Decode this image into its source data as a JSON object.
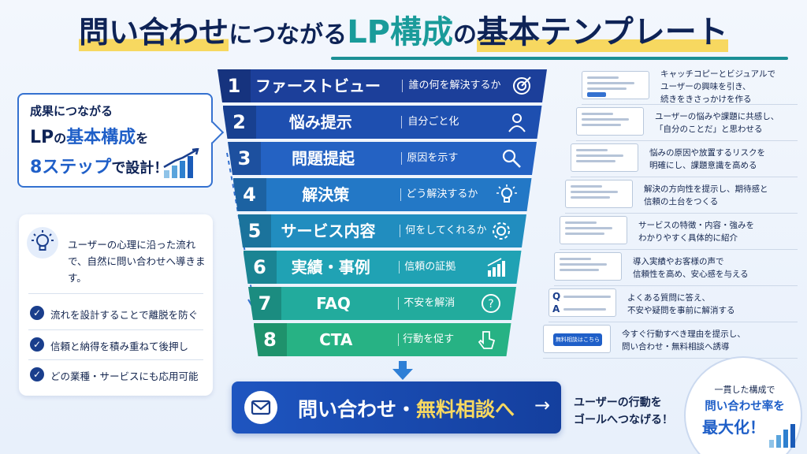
{
  "title": {
    "part1": "問い合わせ",
    "part2": "につながる",
    "part3": "LP構成",
    "part4": "の",
    "part5": "基本テンプレート"
  },
  "left_card": {
    "line1": "成果につながる",
    "line2_a": "LP",
    "line2_b": "の",
    "line2_c": "基本構成",
    "line2_d": "を",
    "line3_a": "8ステップ",
    "line3_b": "で設計！"
  },
  "left_box": {
    "intro": "ユーザーの心理に沿った流れで、自然に問い合わせへ導きます。",
    "checks": [
      "流れを設計することで離脱を防ぐ",
      "信頼と納得を積み重ねて後押し",
      "どの業種・サービスにも応用可能"
    ],
    "check_mark": "✓"
  },
  "steps": [
    {
      "num": "1",
      "label": "ファーストビュー",
      "sub": "誰の何を解決するか",
      "icon": "target-icon",
      "color": "#1c3f9a",
      "desc": [
        "キャッチコピーとビジュアルで",
        "ユーザーの興味を引き、",
        "続きをきさっかけを作る"
      ]
    },
    {
      "num": "2",
      "label": "悩み提示",
      "sub": "自分ごと化",
      "icon": "person-icon",
      "color": "#1e4fb0",
      "desc": [
        "ユーザーの悩みや課題に共感し、",
        "「自分のことだ」と思わせる"
      ]
    },
    {
      "num": "3",
      "label": "問題提起",
      "sub": "原因を示す",
      "icon": "magnifier-icon",
      "color": "#2462c3",
      "desc": [
        "悩みの原因や放置するリスクを",
        "明確にし、課題意識を高める"
      ]
    },
    {
      "num": "4",
      "label": "解決策",
      "sub": "どう解決するか",
      "icon": "lightbulb-icon",
      "color": "#2378c6",
      "desc": [
        "解決の方向性を提示し、期待感と",
        "信頼の土台をつくる"
      ]
    },
    {
      "num": "5",
      "label": "サービス内容",
      "sub": "何をしてくれるか",
      "icon": "gear-icon",
      "color": "#218dbf",
      "desc": [
        "サービスの特徴・内容・強みを",
        "わかりやすく具体的に紹介"
      ]
    },
    {
      "num": "6",
      "label": "実績・事例",
      "sub": "信頼の証拠",
      "icon": "bar-chart-icon",
      "color": "#20a2b4",
      "desc": [
        "導入実績やお客様の声で",
        "信頼性を高め、安心感を与える"
      ]
    },
    {
      "num": "7",
      "label": "FAQ",
      "sub": "不安を解消",
      "icon": "question-icon",
      "color": "#22ab9d",
      "desc": [
        "よくある質問に答え、",
        "不安や疑問を事前に解消する"
      ]
    },
    {
      "num": "8",
      "label": "CTA",
      "sub": "行動を促す",
      "icon": "pointer-icon",
      "color": "#27b284",
      "desc": [
        "今すぐ行動すべき理由を提示し、",
        "問い合わせ・無料相談へ誘導"
      ]
    }
  ],
  "mock_button_text": "無料相談はこちら",
  "mock_q": "Q",
  "mock_a": "A",
  "cta": {
    "label_a": "問い合わせ・",
    "label_b": "無料相談へ",
    "arrow": "→",
    "note_line1": "ユーザーの行動を",
    "note_line2": "ゴールへつなげる！"
  },
  "badge": {
    "line1": "一貫した構成で",
    "line2": "問い合わせ率を",
    "line3": "最大化！"
  },
  "colors": {
    "navy": "#0e2356",
    "accent_yellow": "#f7d860",
    "teal": "#1a9b9a",
    "blue": "#1f5fc8"
  }
}
